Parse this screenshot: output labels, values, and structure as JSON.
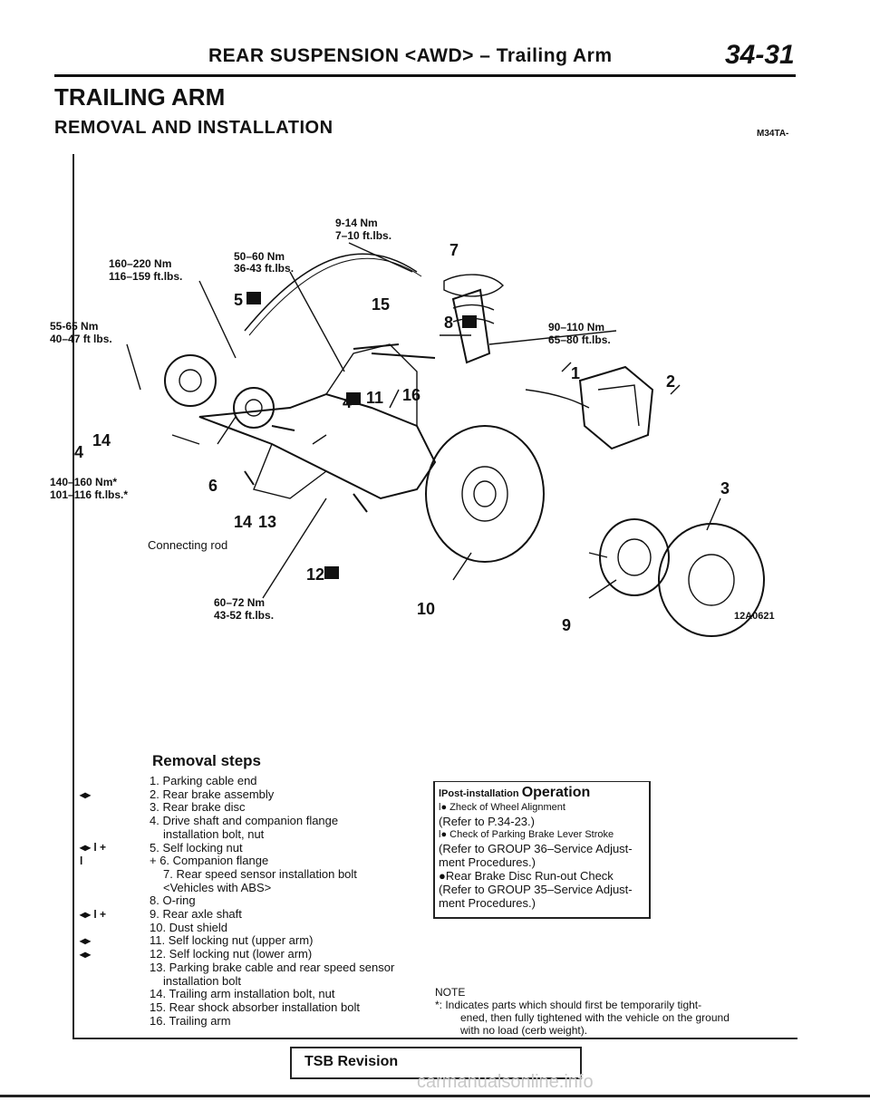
{
  "header": {
    "title": "REAR SUSPENSION <AWD> – Trailing Arm",
    "page": "34-31"
  },
  "section_title": "TRAILING ARM",
  "sub_title": "REMOVAL AND INSTALLATION",
  "code": "M34TA-",
  "figure": {
    "id": "12A0621",
    "torque": {
      "t1_nm": "9-14 Nm",
      "t1_ft": "7–10 ft.lbs.",
      "t2_nm": "50–60 Nm",
      "t2_ft": "36-43 ft.lbs.",
      "t3_nm": "160–220 Nm",
      "t3_ft": "116–159 ft.lbs.",
      "t4_nm": "55-65 Nm",
      "t4_ft": "40–47 ft lbs.",
      "t5_nm": "90–110 Nm",
      "t5_ft": "65–80 ft.lbs.",
      "t6_nm": "140–160 Nm*",
      "t6_ft": "101–116 ft.lbs.*",
      "t7_nm": "60–72 Nm",
      "t7_ft": "43-52 ft.lbs."
    },
    "connecting_rod": "Connecting rod",
    "callouts": [
      "1",
      "2",
      "3",
      "4",
      "4",
      "5",
      "6",
      "7",
      "8",
      "9",
      "10",
      "11",
      "12",
      "13",
      "14",
      "14",
      "15",
      "16"
    ]
  },
  "removal": {
    "title": "Removal steps",
    "steps": [
      "1. Parking cable end",
      "2. Rear brake assembly",
      "3. Rear brake disc",
      "4. Drive shaft and companion flange",
      "installation bolt, nut",
      "5. Self locking nut",
      "+ 6. Companion flange",
      "7. Rear speed sensor installation bolt",
      "<Vehicles with ABS>",
      "8. O-ring",
      "9. Rear axle shaft",
      "10. Dust shield",
      "11. Self locking nut (upper arm)",
      "12. Self locking nut (lower arm)",
      "13. Parking brake cable and rear speed sensor",
      "installation bolt",
      "14. Trailing arm installation bolt, nut",
      "15. Rear shock absorber installation bolt",
      "16. Trailing arm"
    ],
    "marks": [
      "",
      "◂▸",
      "",
      "",
      "",
      "◂▸ l +",
      "l",
      "",
      "",
      "",
      "◂▸ l +",
      "",
      "◂▸",
      "◂▸",
      "",
      "",
      "",
      "",
      ""
    ]
  },
  "post_install": {
    "title_prefix": "lPost-installation",
    "title": "Operation",
    "items": [
      "l● Zheck of Wheel Alignment",
      "(Refer to P.34-23.)",
      "l● Check of Parking Brake Lever Stroke",
      "(Refer to GROUP 36–Service Adjust-",
      "ment Procedures.)",
      "●Rear Brake Disc Run-out Check",
      "(Refer to GROUP 35–Service Adjust-",
      "ment Procedures.)"
    ]
  },
  "note": {
    "title": "NOTE",
    "line1": "*: Indicates parts which should first be temporarily tight-",
    "line2": "ened, then fully tightened with the vehicle on the ground",
    "line3": "with no load (cerb weight)."
  },
  "footer": {
    "tsb": "TSB Revision",
    "watermark": "carmanualsonline.info"
  }
}
